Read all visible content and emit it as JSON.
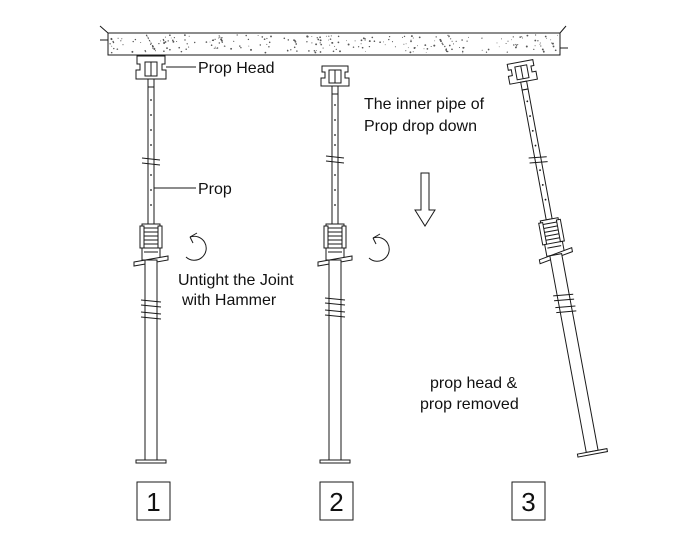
{
  "labels": {
    "prop_head": "Prop Head",
    "prop": "Prop",
    "untight_line1": "Untight the Joint",
    "untight_line2": "with Hammer",
    "inner_pipe_line1": "The inner pipe of",
    "inner_pipe_line2": "Prop drop down",
    "removed_line1": "prop head &",
    "removed_line2": "prop removed"
  },
  "steps": [
    "1",
    "2",
    "3"
  ],
  "colors": {
    "line": "#1a1a1a",
    "slab_fill": "#ffffff",
    "speckle": "#555555"
  },
  "icons": [
    "rotation-arrow-icon",
    "down-arrow-icon"
  ]
}
